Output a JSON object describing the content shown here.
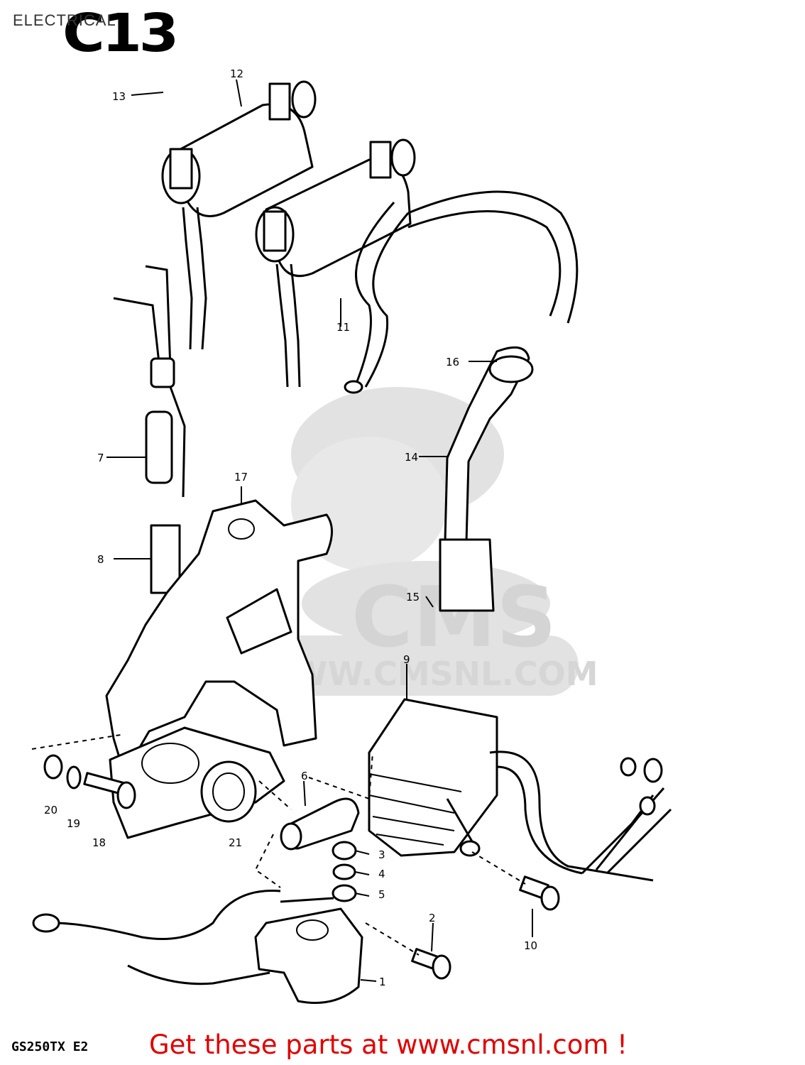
{
  "header": {
    "title": "ELECTRICAL",
    "section_code": "C13"
  },
  "model_code": "GS250TX E2",
  "footer_text": "Get these parts at www.cmsnl.com !",
  "watermark": {
    "logo_text": "CMS",
    "url_text": "WWW.CMSNL.COM"
  },
  "part_labels": [
    "1",
    "2",
    "3",
    "4",
    "5",
    "6",
    "7",
    "8",
    "9",
    "10",
    "11",
    "12",
    "13",
    "14",
    "15",
    "16",
    "17",
    "18",
    "19",
    "20",
    "21"
  ],
  "colors": {
    "footer": "#e00000",
    "line_art": "#000000",
    "watermark": "#d4d4d4"
  }
}
